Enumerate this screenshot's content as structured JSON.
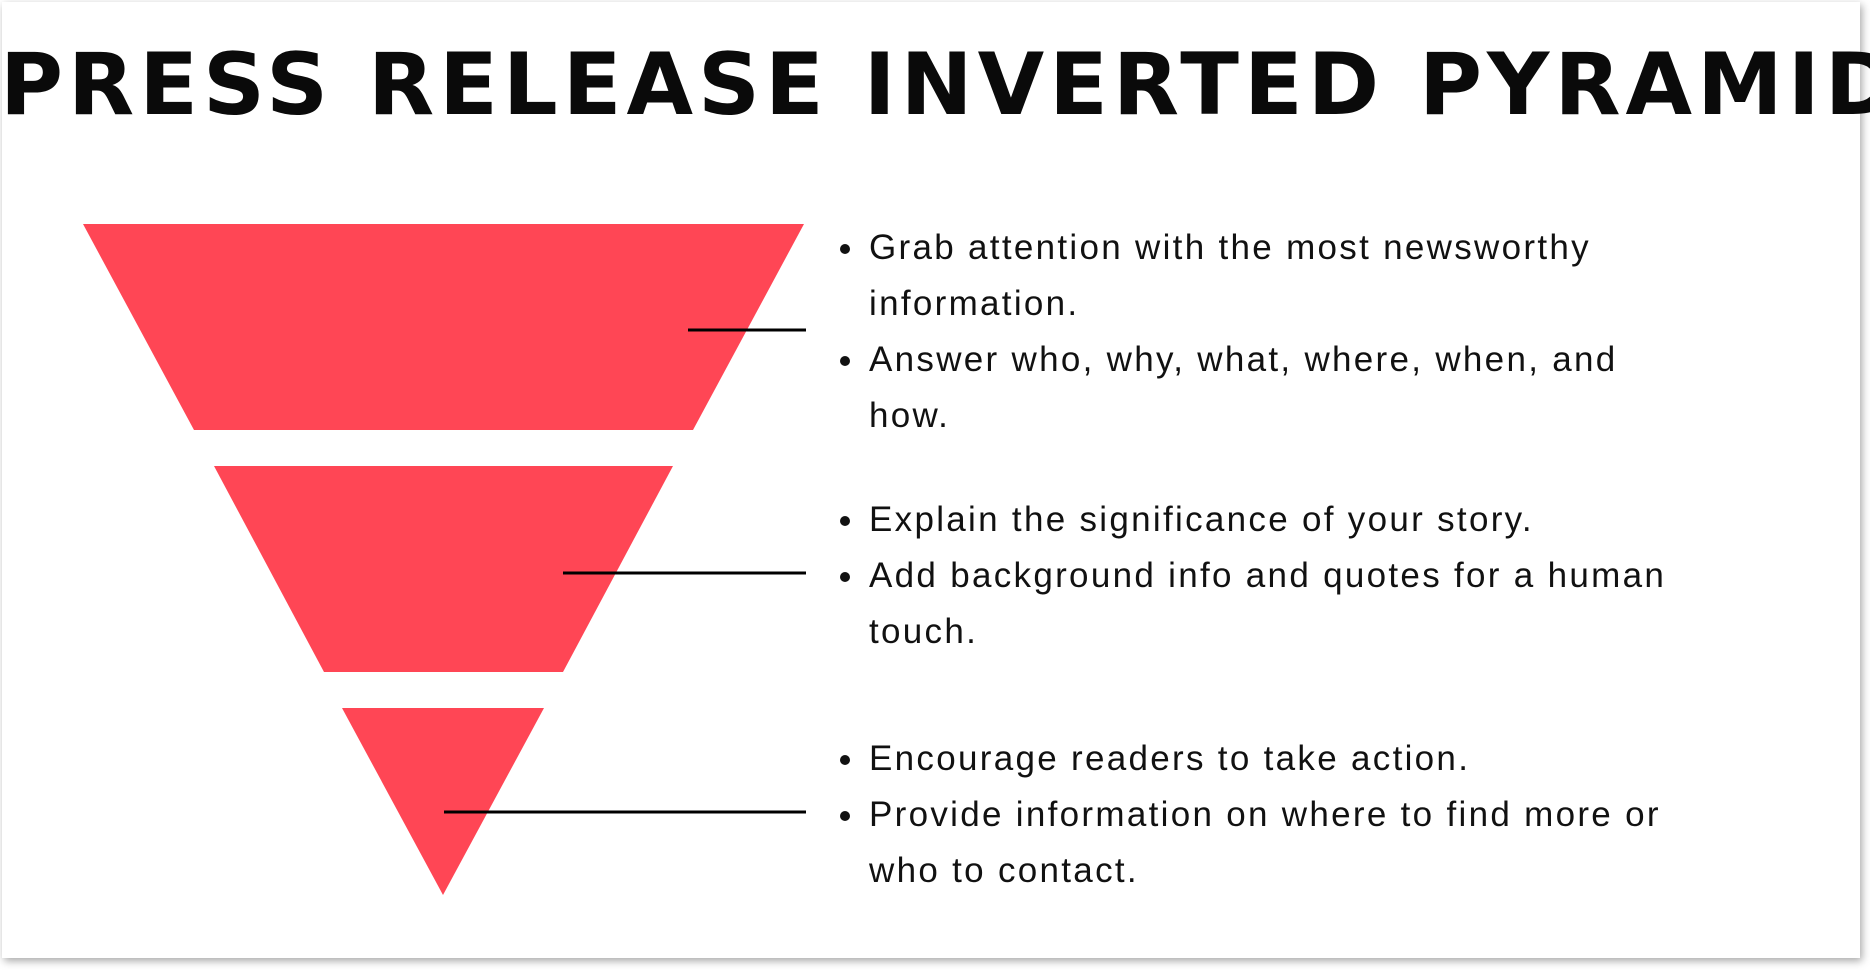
{
  "title": "PRESS RELEASE INVERTED PYRAMID",
  "colors": {
    "tier_fill": "#ff4655",
    "connector": "#000000",
    "text": "#111111",
    "background": "#ffffff"
  },
  "tiers": [
    {
      "bullets": [
        "Grab attention with the most newsworthy information.",
        "Answer who, why, what, where, when, and how."
      ]
    },
    {
      "bullets": [
        "Explain the significance of your story.",
        "Add background info and quotes for a human touch."
      ]
    },
    {
      "bullets": [
        "Encourage readers to take action.",
        "Provide information on where to find more or who to contact."
      ]
    }
  ]
}
